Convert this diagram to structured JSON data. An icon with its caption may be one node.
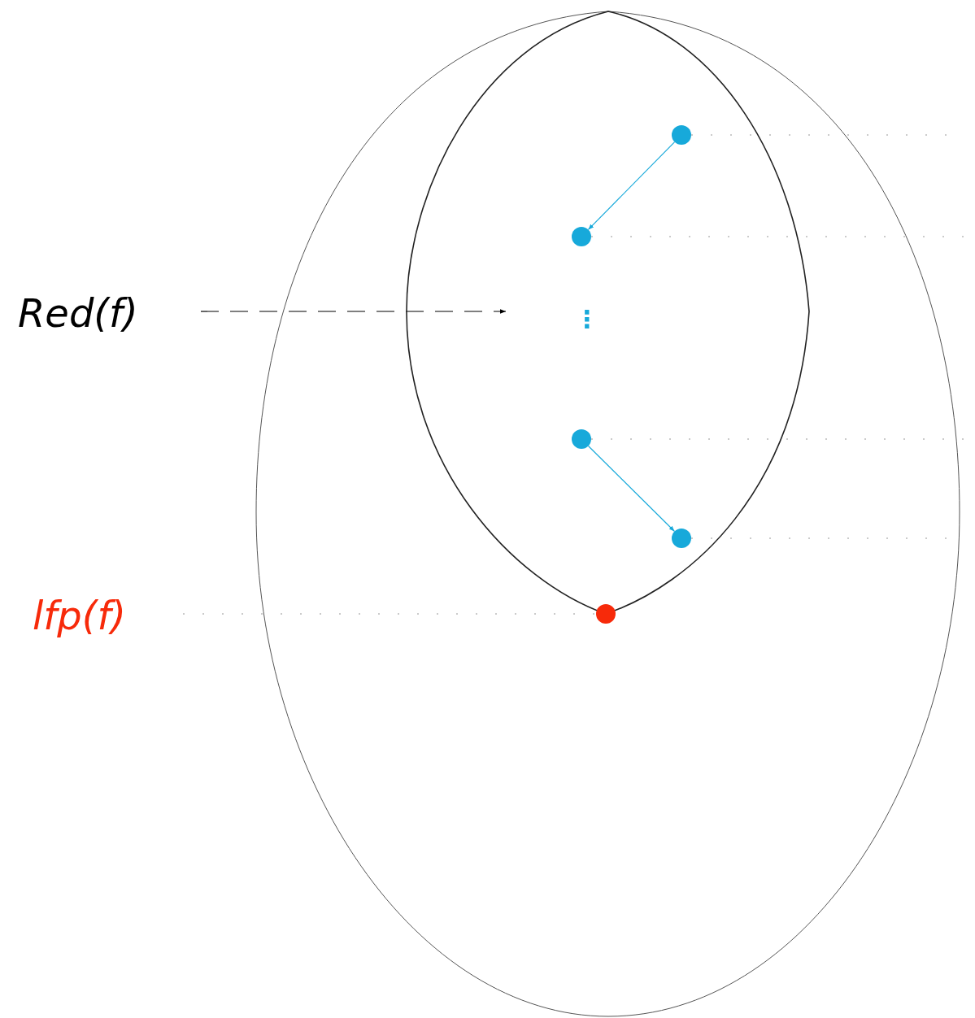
{
  "diagram": {
    "nodes": [
      {
        "text": [],
        "shape": "oval"
      },
      {
        "text": [],
        "shape": "oval",
        "in": 0
      },
      {
        "text": [],
        "shape": "circle",
        "in": 1
      },
      {
        "text": [],
        "shape": "circle",
        "in": 1
      },
      {
        "text": [],
        "shape": "circle",
        "in": 1
      },
      {
        "text": [],
        "shape": "circle",
        "in": 1
      },
      {
        "text": [],
        "shape": "circle",
        "in": 1
      },
      {
        "text": [
          "Red(f)"
        ]
      },
      {
        "text": [
          "lfp(f)"
        ]
      }
    ],
    "edges": [
      {
        "from": 2,
        "to": 3,
        "arrow": "to",
        "color": "#17a9da"
      },
      {
        "from": 4,
        "to": 5,
        "arrow": "to",
        "color": "#17a9da"
      },
      {
        "from": 7,
        "to": 1,
        "arrow": "to",
        "style": "dashed",
        "color": "#000000"
      },
      {
        "from": 8,
        "to": 6,
        "arrow": "none",
        "style": "dashed",
        "color": "#bbbbbb"
      },
      {
        "from": 2,
        "to": null,
        "arrow": "none",
        "style": "dashed",
        "color": "#bbbbbb"
      },
      {
        "from": 3,
        "to": null,
        "arrow": "none",
        "style": "dashed",
        "color": "#bbbbbb"
      },
      {
        "from": 4,
        "to": null,
        "arrow": "none",
        "style": "dashed",
        "color": "#bbbbbb"
      },
      {
        "from": 5,
        "to": null,
        "arrow": "none",
        "style": "dashed",
        "color": "#bbbbbb"
      }
    ],
    "labels": [
      "⋮"
    ]
  }
}
